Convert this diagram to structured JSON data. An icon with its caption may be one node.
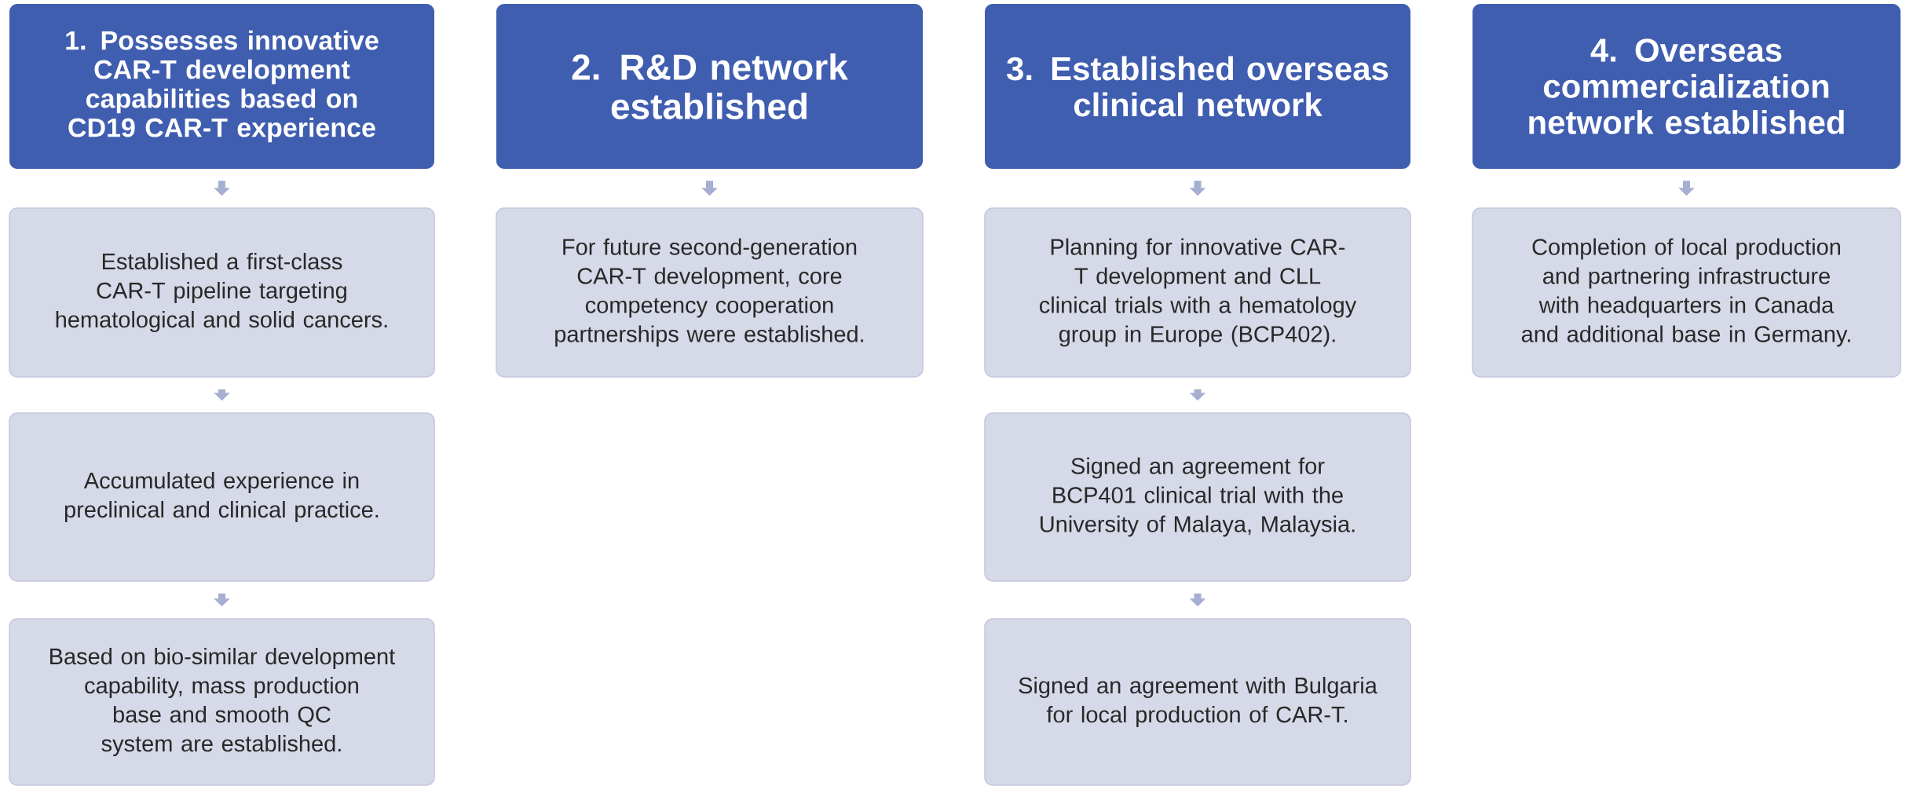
{
  "diagram": {
    "nodes": [
      {
        "text": [
          "1. Possesses innovative CAR-T development capabilities based on CD19 CAR-T experience"
        ]
      },
      {
        "text": [
          "Established a first-class CAR-T pipeline targeting hematological and solid cancers."
        ]
      },
      {
        "text": [
          "Accumulated experience in preclinical and clinical practice."
        ]
      },
      {
        "text": [
          "Based on bio-similar development capability, mass production base and smooth QC system are established."
        ]
      },
      {
        "text": [
          "2. R&D network established"
        ]
      },
      {
        "text": [
          "For future second-generation CAR-T development, core competency cooperation partnerships were established."
        ]
      },
      {
        "text": [
          "3. Established overseas clinical network"
        ]
      },
      {
        "text": [
          "Planning for innovative CAR-T development and CLL clinical trials with a hematology group in Europe (BCP402)."
        ]
      },
      {
        "text": [
          "Signed an agreement for BCP401 clinical trial with the University of Malaya, Malaysia."
        ]
      },
      {
        "text": [
          "Signed an agreement with Bulgaria for local production of CAR-T."
        ]
      },
      {
        "text": [
          "4. Overseas commercialization network established"
        ]
      },
      {
        "text": [
          "Completion of local production and partnering infrastructure with headquarters in Canada and additional base in Germany."
        ]
      }
    ],
    "edges": [
      {
        "from": 0,
        "to": 1,
        "arrow": "to"
      },
      {
        "from": 1,
        "to": 2,
        "arrow": "to"
      },
      {
        "from": 2,
        "to": 3,
        "arrow": "to"
      },
      {
        "from": 4,
        "to": 5,
        "arrow": "to"
      },
      {
        "from": 6,
        "to": 7,
        "arrow": "to"
      },
      {
        "from": 7,
        "to": 8,
        "arrow": "to"
      },
      {
        "from": 8,
        "to": 9,
        "arrow": "to"
      },
      {
        "from": 10,
        "to": 11,
        "arrow": "to"
      }
    ]
  }
}
